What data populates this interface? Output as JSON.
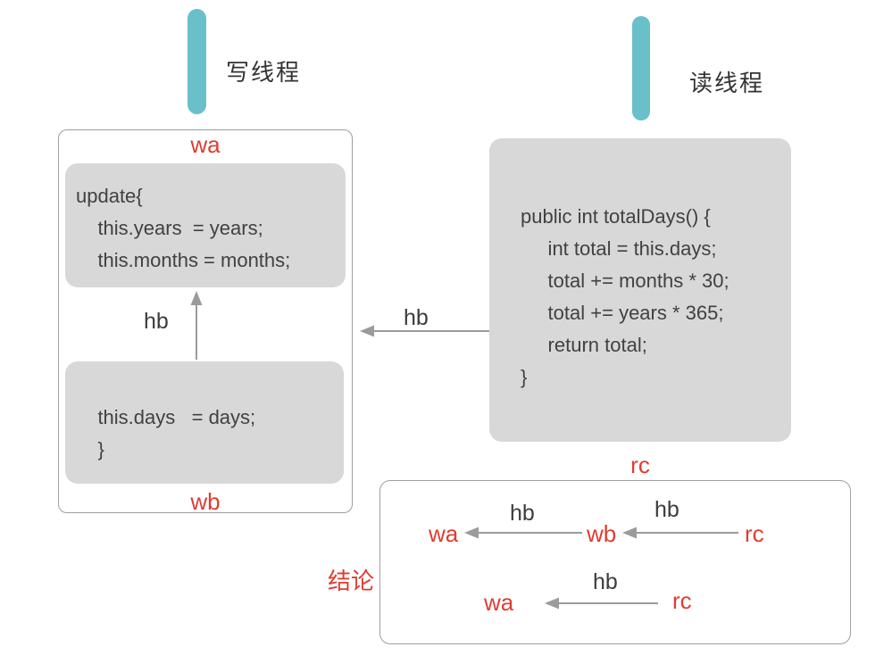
{
  "colors": {
    "thread_bar": "#69c0c9",
    "red_label": "#e03c31",
    "code_block_fill": "#d8d8d8",
    "box_border": "#9e9e9e",
    "arrow": "#9b9b9b",
    "text": "#3d3d3d"
  },
  "threads": {
    "write": {
      "label": "写线程"
    },
    "read": {
      "label": "读线程"
    }
  },
  "write_box": {
    "tag_top": "wa",
    "tag_bottom": "wb",
    "hb_label": "hb",
    "block1_lines": [
      "update{",
      "    this.years  = years;",
      "    this.months = months;"
    ],
    "block2_lines": [
      "    this.days   = days;",
      "    }"
    ]
  },
  "read_box": {
    "tag": "rc",
    "code_lines": [
      "public int totalDays() {",
      "     int total = this.days;",
      "     total += months * 30;",
      "     total += years * 365;",
      "     return total;",
      "}"
    ]
  },
  "mid_arrow": {
    "label": "hb"
  },
  "conclusion": {
    "title": "结论",
    "row1": {
      "left": "wa",
      "hb1": "hb",
      "mid": "wb",
      "hb2": "hb",
      "right": "rc"
    },
    "row2": {
      "left": "wa",
      "hb": "hb",
      "right": "rc"
    }
  }
}
